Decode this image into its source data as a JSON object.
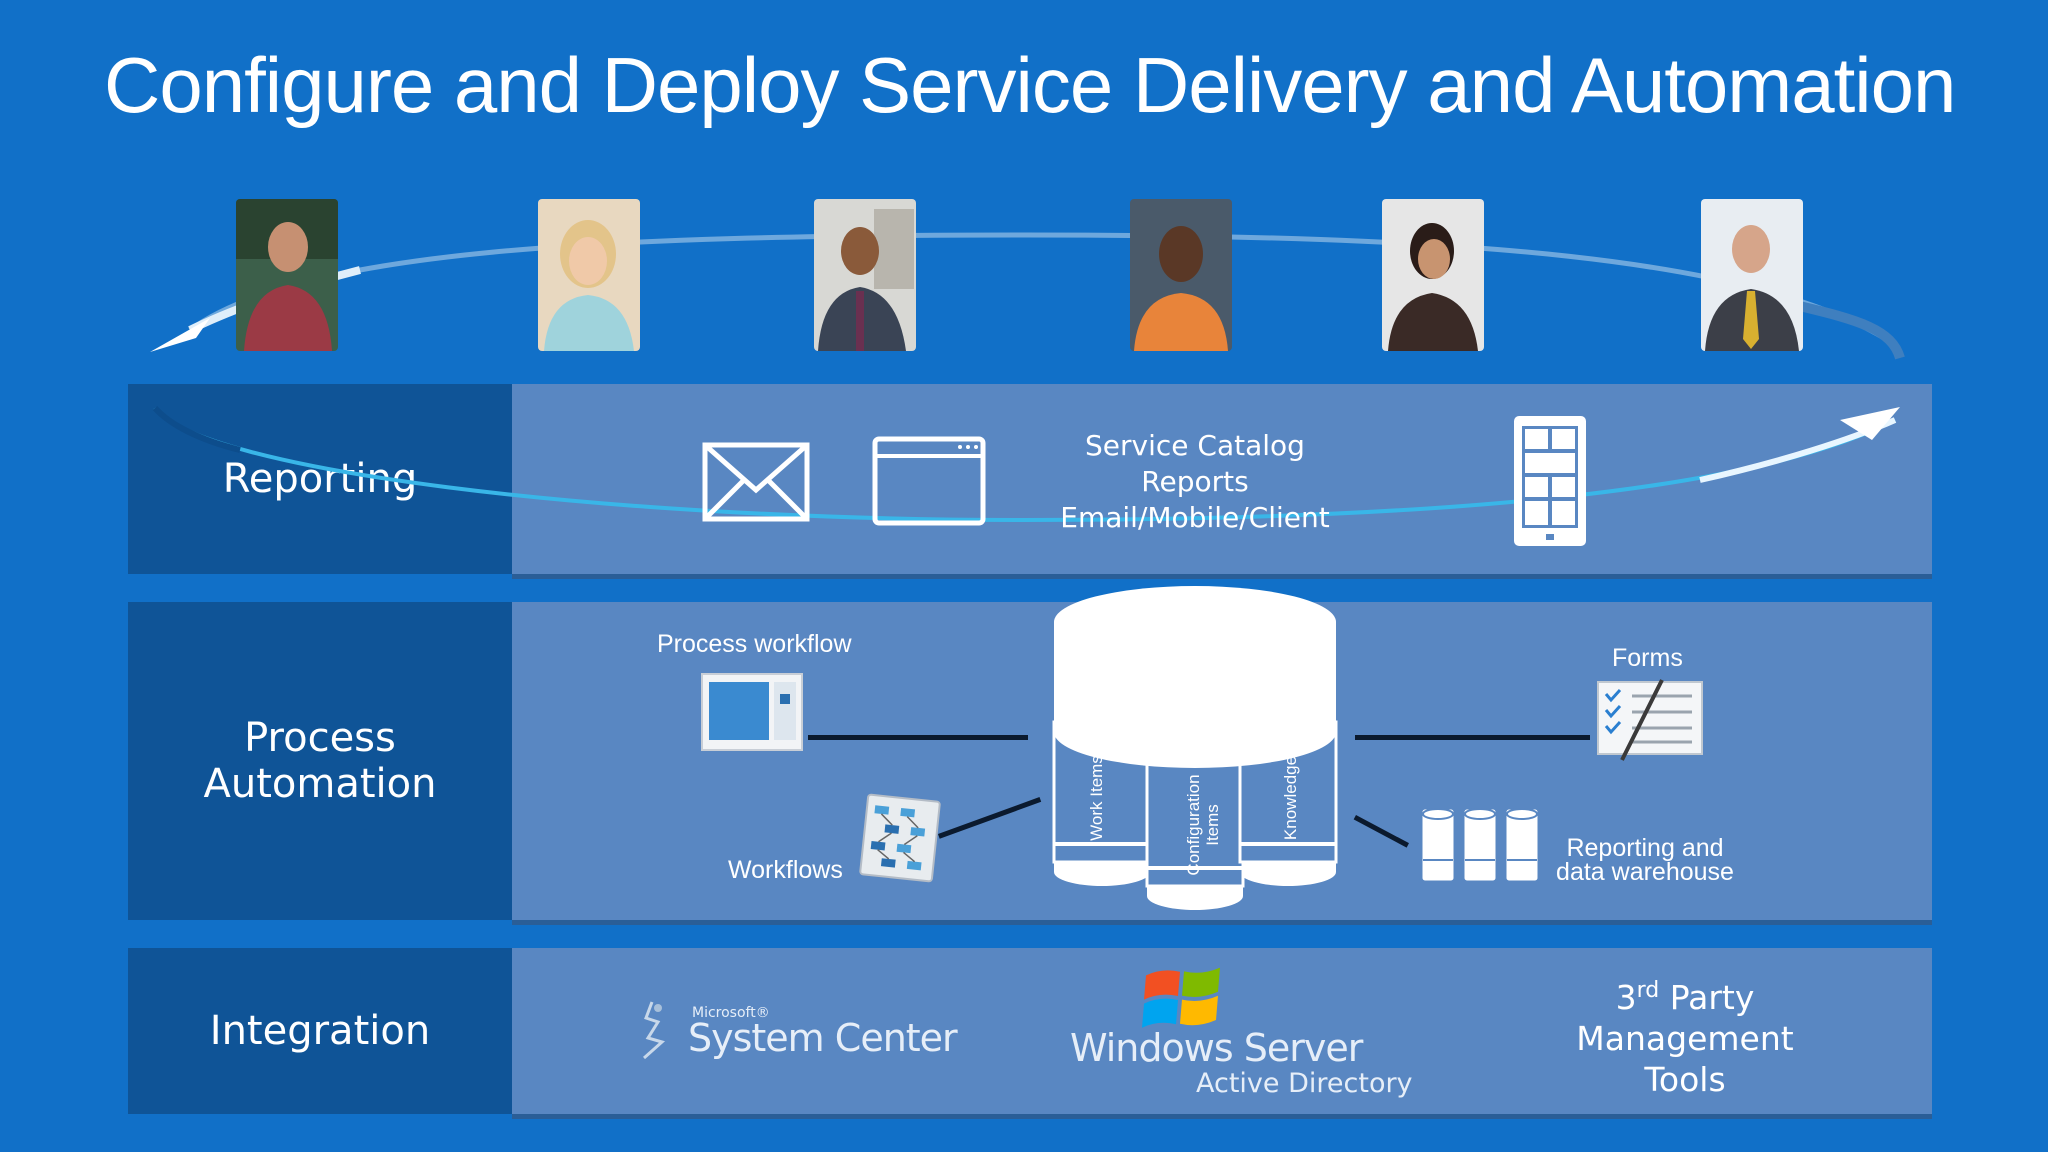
{
  "title": "Configure and Deploy Service Delivery and Automation",
  "rows": {
    "reporting": "Reporting",
    "process_automation": [
      "Process",
      "Automation"
    ],
    "integration": "Integration"
  },
  "reporting_band": {
    "catalog_lines": [
      "Service Catalog",
      "Reports",
      "Email/Mobile/Client"
    ],
    "icons": [
      "envelope-icon",
      "browser-window-icon",
      "mobile-phone-icon"
    ]
  },
  "automation_band": {
    "process_workflow": "Process workflow",
    "workflows": "Workflows",
    "forms": "Forms",
    "reporting_dw": [
      "Reporting and",
      "data warehouse"
    ],
    "db_sections": [
      "Work Items",
      [
        "Configuration",
        "Items"
      ],
      "Knowledge"
    ]
  },
  "integration_band": {
    "system_center_small": "Microsoft®",
    "system_center": "System Center",
    "windows_server": "Windows Server",
    "active_directory": "Active Directory",
    "third_party_sup": "rd",
    "third_party_num": "3",
    "third_party_1": "Party",
    "third_party_2": "Management",
    "third_party_3": "Tools"
  },
  "colors": {
    "background": "#1170c8",
    "row_label": "#0f5497",
    "band": "#5987c2"
  }
}
